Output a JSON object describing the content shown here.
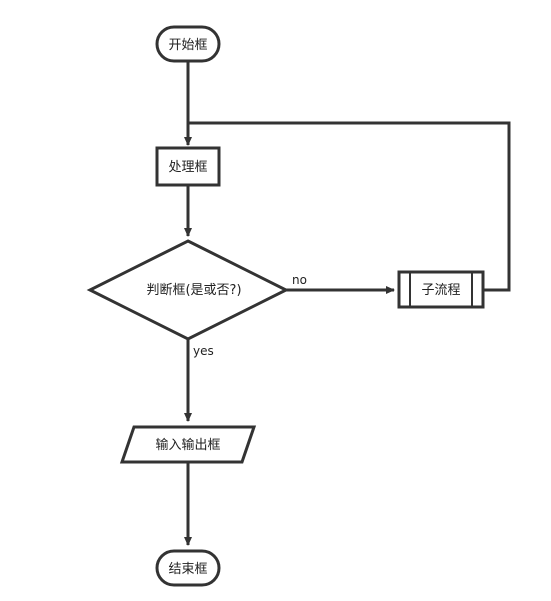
{
  "diagram": {
    "stroke_color": "#333333",
    "background": "#ffffff",
    "nodes": {
      "start": {
        "label": "开始框",
        "shape": "terminator"
      },
      "process": {
        "label": "处理框",
        "shape": "process"
      },
      "decision": {
        "label": "判断框(是或否?)",
        "shape": "decision"
      },
      "subprocess": {
        "label": "子流程",
        "shape": "predefined-process"
      },
      "io": {
        "label": "输入输出框",
        "shape": "data"
      },
      "end": {
        "label": "结束框",
        "shape": "terminator"
      }
    },
    "edges": {
      "no_label": "no",
      "yes_label": "yes"
    }
  }
}
